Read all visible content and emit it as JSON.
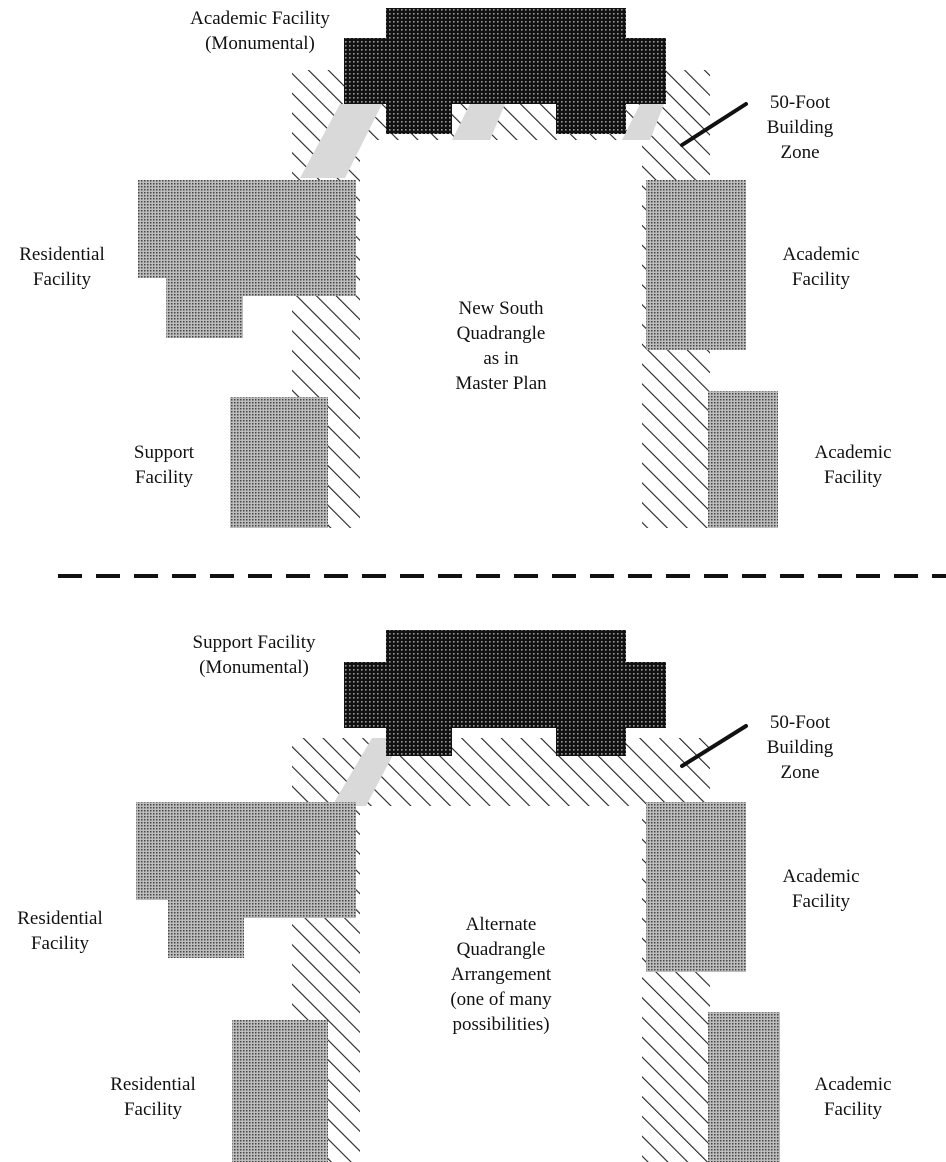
{
  "colors": {
    "monumental": "#2a2a2a",
    "facility": "#8f8f8f",
    "hatch": "#222222",
    "light_fill": "#d9d9d9",
    "ink": "#111111"
  },
  "top": {
    "monumental": {
      "line1": "Academic Facility",
      "line2": "(Monumental)"
    },
    "zone": {
      "line1": "50-Foot",
      "line2": "Building",
      "line3": "Zone"
    },
    "residential": {
      "line1": "Residential",
      "line2": "Facility"
    },
    "academic_right_upper": {
      "line1": "Academic",
      "line2": "Facility"
    },
    "quad": {
      "line1": "New South",
      "line2": "Quadrangle",
      "line3": "as in",
      "line4": "Master Plan"
    },
    "support": {
      "line1": "Support",
      "line2": "Facility"
    },
    "academic_right_lower": {
      "line1": "Academic",
      "line2": "Facility"
    }
  },
  "bottom": {
    "monumental": {
      "line1": "Support Facility",
      "line2": "(Monumental)"
    },
    "zone": {
      "line1": "50-Foot",
      "line2": "Building",
      "line3": "Zone"
    },
    "residential_upper": {
      "line1": "Residential",
      "line2": "Facility"
    },
    "academic_right_upper": {
      "line1": "Academic",
      "line2": "Facility"
    },
    "quad": {
      "line1": "Alternate",
      "line2": "Quadrangle",
      "line3": "Arrangement",
      "line4": "(one of many",
      "line5": "possibilities)"
    },
    "residential_lower": {
      "line1": "Residential",
      "line2": "Facility"
    },
    "academic_right_lower": {
      "line1": "Academic",
      "line2": "Facility"
    }
  }
}
